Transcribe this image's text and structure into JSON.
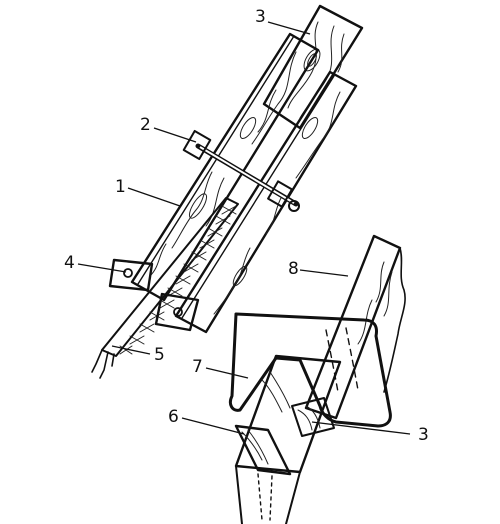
{
  "callouts": {
    "label_1": "1",
    "label_2": "2",
    "label_3_top": "3",
    "label_4": "4",
    "label_5": "5",
    "label_6": "6",
    "label_7": "7",
    "label_8": "8",
    "label_3_bottom": "3"
  }
}
